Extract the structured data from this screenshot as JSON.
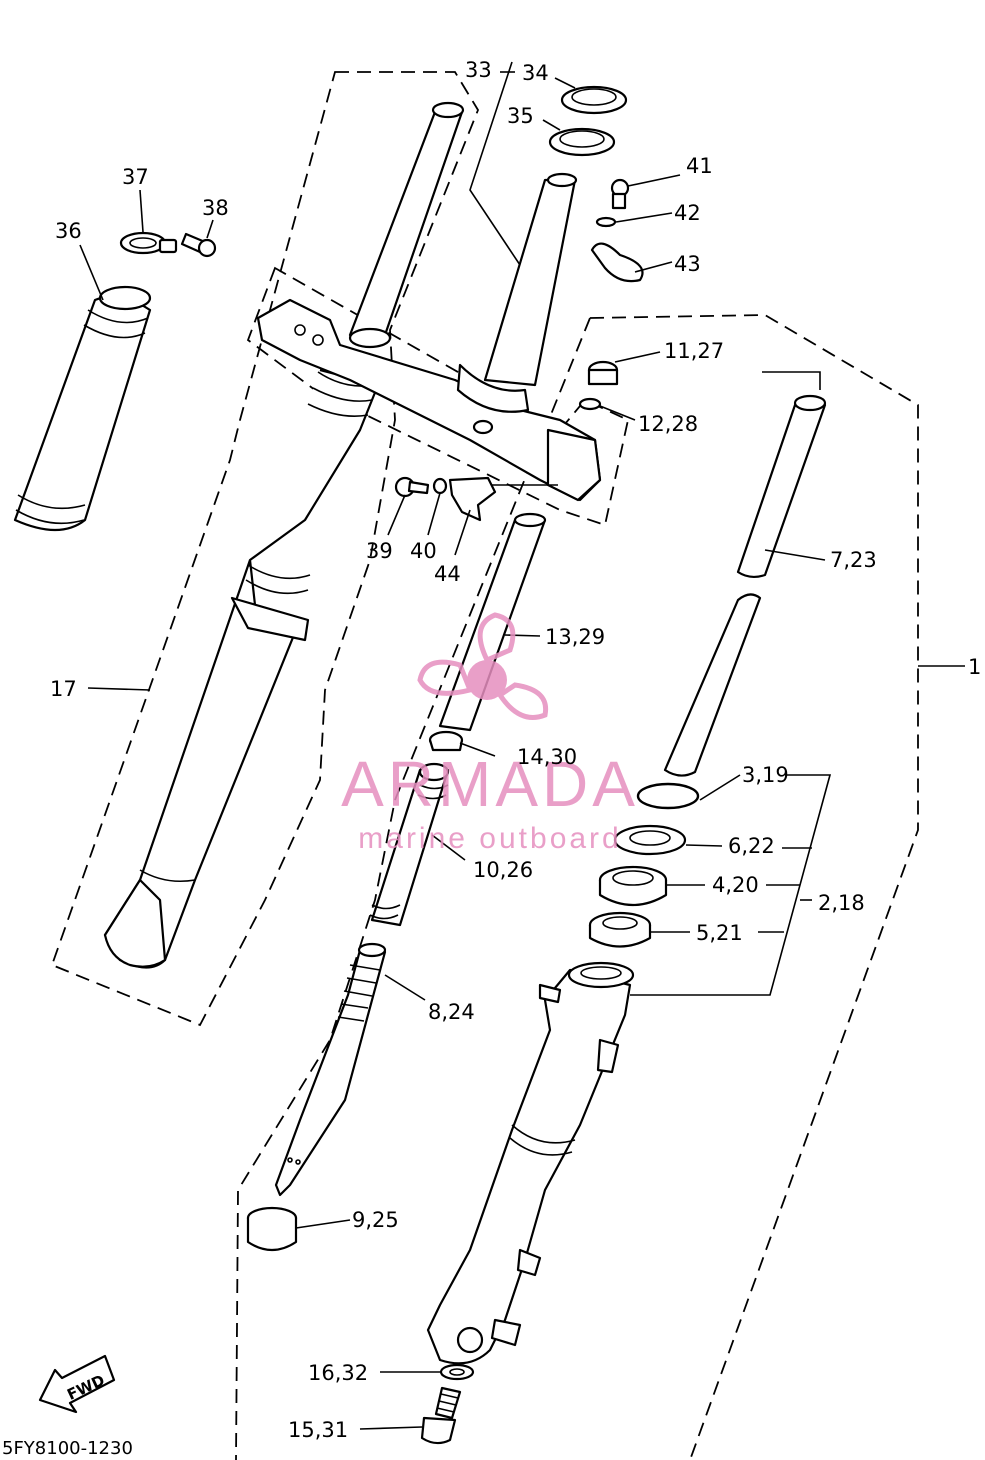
{
  "diagram": {
    "code": "5FY8100-1230",
    "fwd_label": "FWD",
    "labels": {
      "l1": "1",
      "l2_18": "2,18",
      "l3_19": "3,19",
      "l4_20": "4,20",
      "l5_21": "5,21",
      "l6_22": "6,22",
      "l7_23": "7,23",
      "l8_24": "8,24",
      "l9_25": "9,25",
      "l10_26": "10,26",
      "l11_27": "11,27",
      "l12_28": "12,28",
      "l13_29": "13,29",
      "l14_30": "14,30",
      "l15_31": "15,31",
      "l16_32": "16,32",
      "l17": "17",
      "l33": "33",
      "l34": "34",
      "l35": "35",
      "l36": "36",
      "l37": "37",
      "l38": "38",
      "l39": "39",
      "l40": "40",
      "l41": "41",
      "l42": "42",
      "l43": "43",
      "l44": "44"
    }
  },
  "watermark": {
    "brand": "ARMADA",
    "tagline": "marine outboard",
    "color": "#e68fbf"
  }
}
